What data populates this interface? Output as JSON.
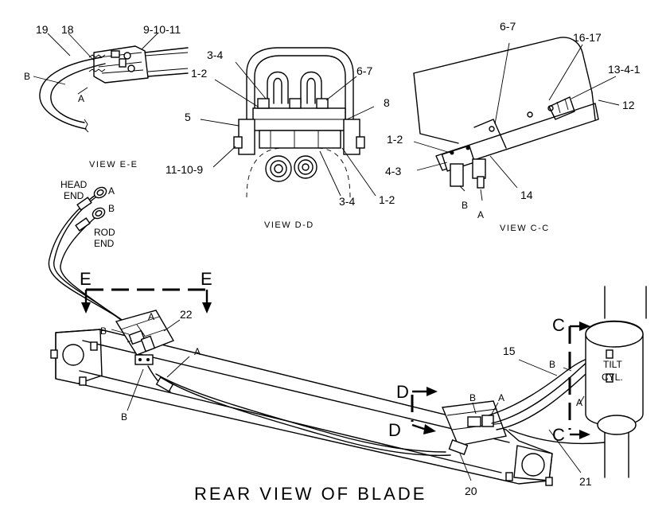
{
  "diagram": {
    "title": "REAR VIEW OF BLADE",
    "views": {
      "ee": "VIEW E-E",
      "dd": "VIEW D-D",
      "cc": "VIEW C-C"
    },
    "section_markers": {
      "e": "E",
      "d": "D",
      "c": "C"
    },
    "ends": {
      "head_line1": "HEAD",
      "head_line2": "END",
      "rod_line1": "ROD",
      "rod_line2": "END"
    },
    "cylinder": {
      "line1": "TILT",
      "line2": "CYL."
    },
    "callouts": {
      "ee": [
        "19",
        "18",
        "9-10-11",
        "B",
        "A"
      ],
      "dd": [
        "3-4",
        "1-2",
        "6-7",
        "8",
        "5",
        "11-10-9",
        "3-4",
        "1-2"
      ],
      "cc": [
        "6-7",
        "16-17",
        "13-4-1",
        "12",
        "1-2",
        "4-3",
        "14",
        "B",
        "A"
      ],
      "main": [
        "A",
        "B",
        "A",
        "B",
        "22",
        "A",
        "B",
        "B",
        "A",
        "15",
        "B",
        "A",
        "20",
        "21"
      ]
    }
  }
}
